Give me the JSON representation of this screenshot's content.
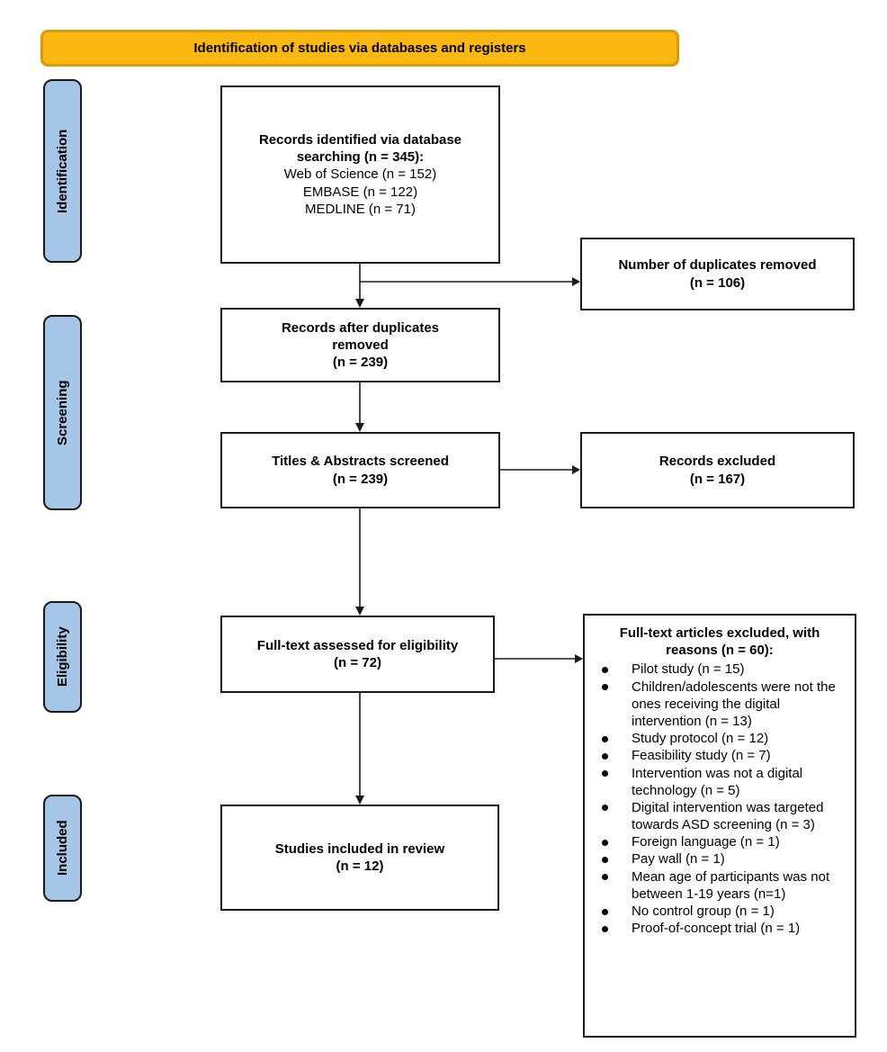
{
  "colors": {
    "banner-bg": "#FBB811",
    "banner-border": "#D89C0A",
    "label-bg": "#A5C6E6",
    "line": "#1a1a1a"
  },
  "banner": {
    "title": "Identification of studies via databases and registers"
  },
  "stage_labels": {
    "identification": "Identification",
    "screening": "Screening",
    "eligibility": "Eligibility",
    "included": "Included"
  },
  "boxes": {
    "records_identified": {
      "title": "Records identified via database\nsearching (n = 345):",
      "sources": "Web of Science (n = 152)\nEMBASE (n = 122)\nMEDLINE (n = 71)"
    },
    "duplicates_removed": {
      "text": "Number of duplicates removed\n(n = 106)"
    },
    "after_duplicates": {
      "text": "Records after duplicates\nremoved\n(n = 239)"
    },
    "titles_abstracts_screened": {
      "text": "Titles & Abstracts screened\n(n = 239)"
    },
    "records_excluded": {
      "text": "Records excluded\n(n = 167)"
    },
    "fulltext_assessed": {
      "text": "Full-text assessed for eligibility\n(n = 72)"
    },
    "fulltext_excluded": {
      "title": "Full-text articles excluded, with\nreasons (n = 60):",
      "reasons": [
        "Pilot study (n = 15)",
        "Children/adolescents were not the ones receiving the digital intervention (n = 13)",
        "Study protocol (n = 12)",
        "Feasibility study (n = 7)",
        "Intervention was not a digital technology (n = 5)",
        "Digital intervention was targeted towards ASD screening (n = 3)",
        "Foreign language (n = 1)",
        "Pay wall (n = 1)",
        "Mean age of participants was not between 1-19 years (n=1)",
        "No control group (n = 1)",
        "Proof-of-concept trial (n = 1)"
      ]
    },
    "studies_included": {
      "text": "Studies included in review\n(n = 12)"
    }
  }
}
